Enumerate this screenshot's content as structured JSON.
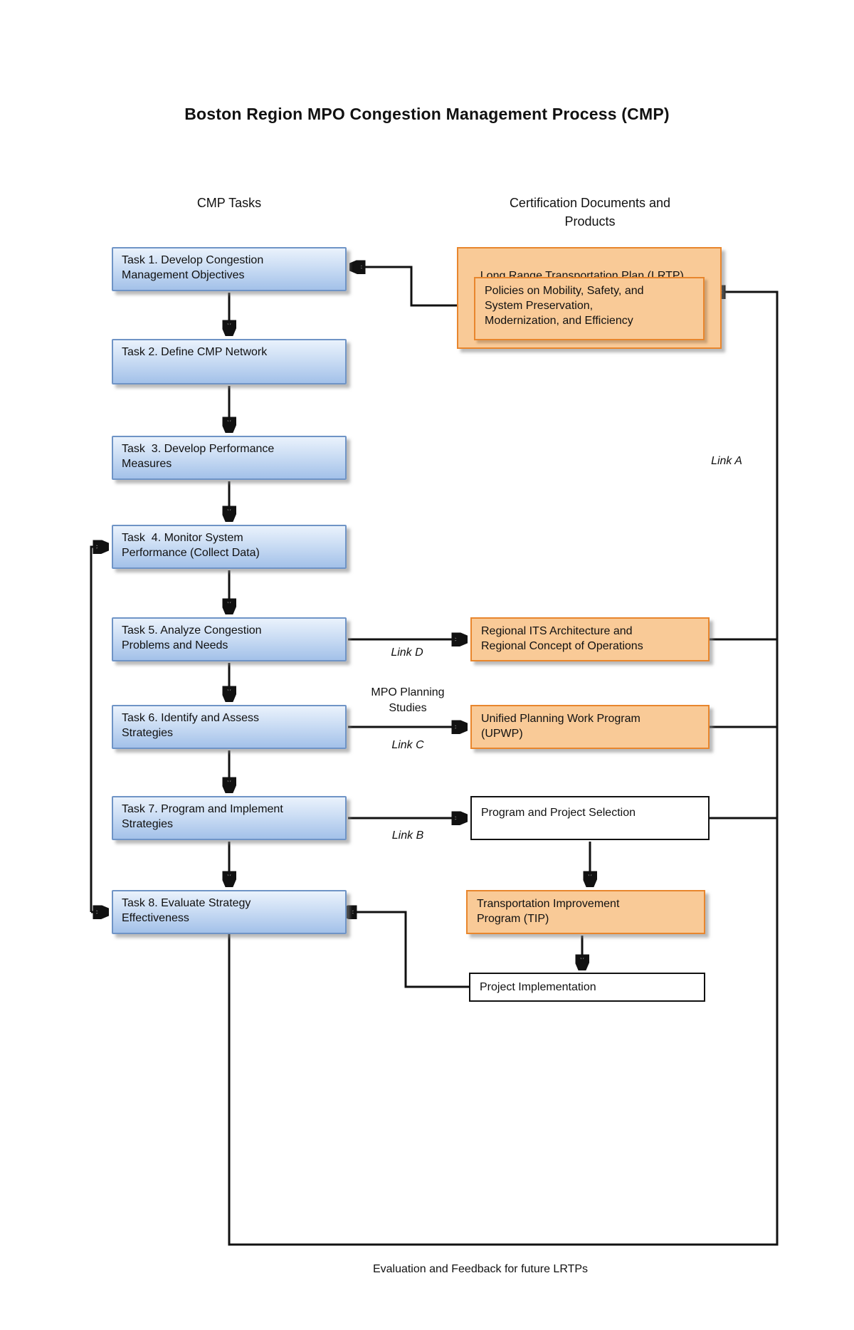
{
  "title": "Boston Region MPO Congestion Management Process (CMP)",
  "headers": {
    "left": "CMP Tasks",
    "right": "Certification Documents and\nProducts"
  },
  "tasks": [
    {
      "text": "Task 1. Develop Congestion\nManagement Objectives"
    },
    {
      "text": "Task 2. Define CMP Network"
    },
    {
      "text": "Task  3. Develop Performance\nMeasures"
    },
    {
      "text": "Task  4. Monitor System\nPerformance (Collect Data)"
    },
    {
      "text": "Task 5. Analyze Congestion\nProblems and Needs"
    },
    {
      "text": "Task 6. Identify and Assess\nStrategies"
    },
    {
      "text": "Task 7. Program and Implement\nStrategies"
    },
    {
      "text": "Task 8. Evaluate Strategy\nEffectiveness"
    }
  ],
  "documents": {
    "lrtp": "Long Range Transportation Plan (LRTP)",
    "policies": "Policies on Mobility, Safety, and\nSystem Preservation,\nModernization, and Efficiency",
    "regional_its": "Regional ITS Architecture and\nRegional Concept of Operations",
    "upwp": "Unified Planning Work Program\n(UPWP)",
    "program_selection": "Program and Project Selection",
    "tip": "Transportation Improvement\nProgram (TIP)",
    "project_implementation": "Project Implementation"
  },
  "links": {
    "link_a": "Link A",
    "link_b": "Link B",
    "link_c": "Link C",
    "link_d": "Link D",
    "mpo_planning_studies": "MPO Planning\nStudies"
  },
  "bottom_note": "Evaluation and Feedback for future LRTPs",
  "colors": {
    "task_fill_top": "#EAF2FC",
    "task_fill_bottom": "#A3C1E9",
    "task_border": "#6F94C6",
    "document_fill": "#F9CA97",
    "document_border": "#E8862D",
    "line": "#111111"
  }
}
